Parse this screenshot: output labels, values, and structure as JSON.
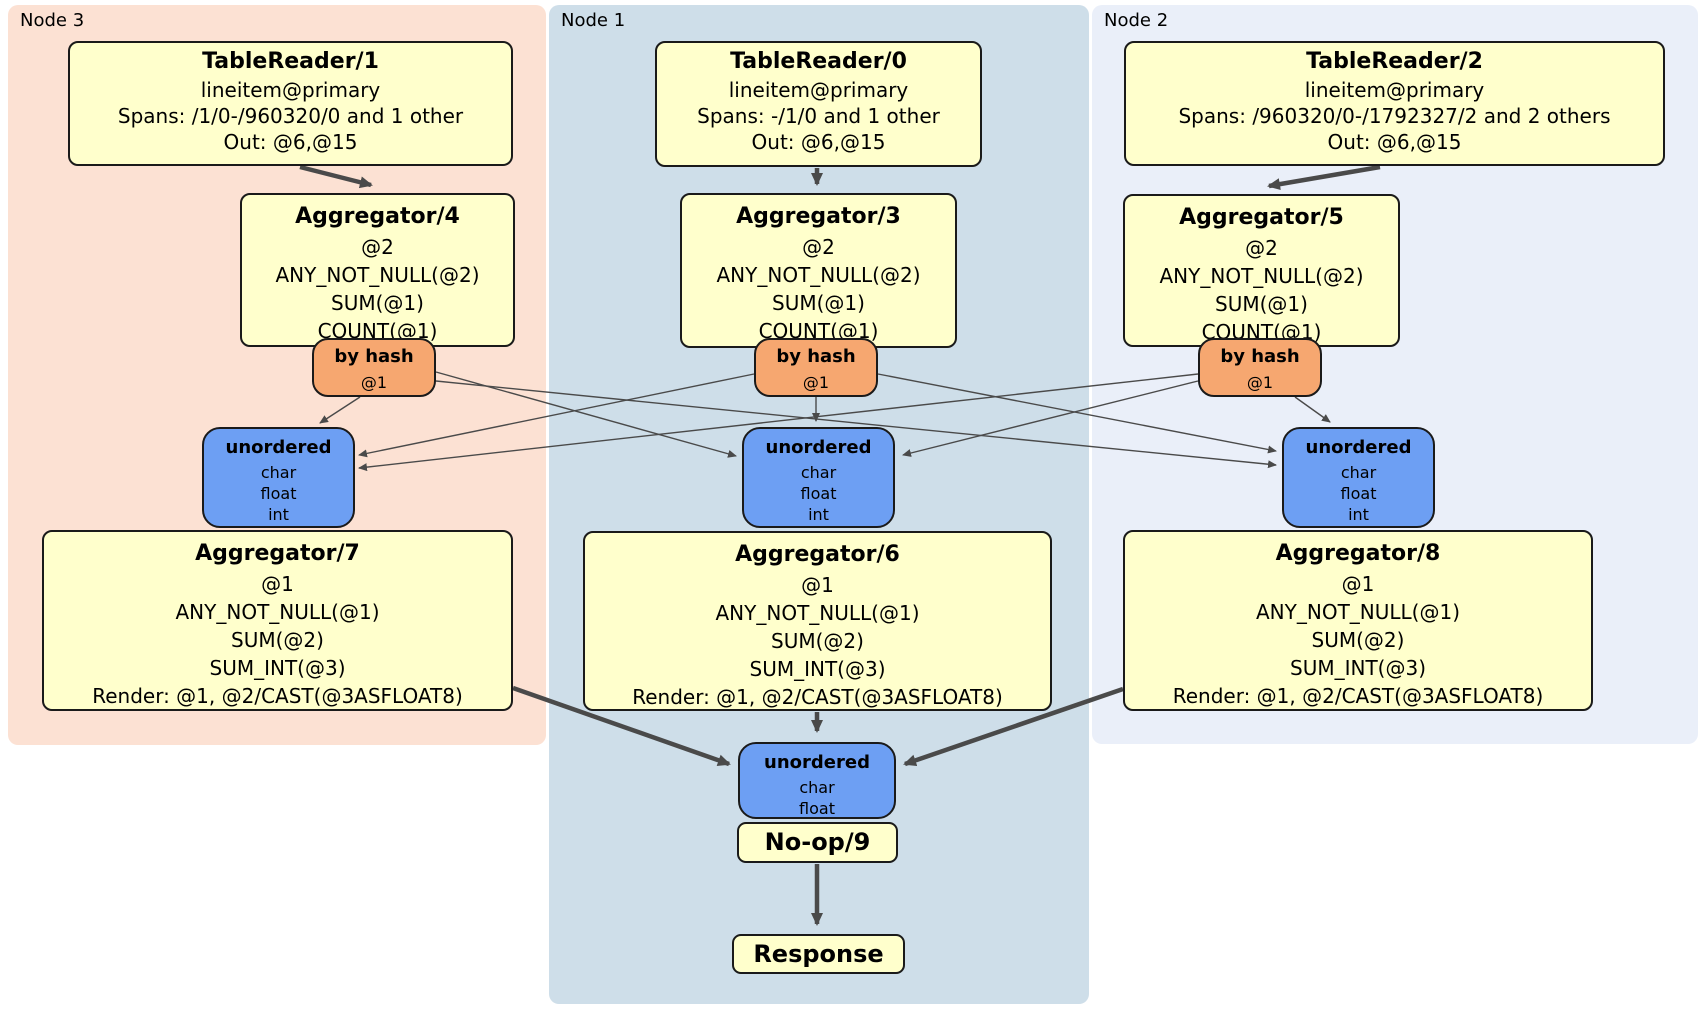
{
  "nodes": [
    {
      "label": "Node 3"
    },
    {
      "label": "Node 1"
    },
    {
      "label": "Node 2"
    }
  ],
  "readers": [
    {
      "title": "TableReader/1",
      "table": "lineitem@primary",
      "spans": "Spans: /1/0-/960320/0 and 1 other",
      "out": "Out: @6,@15"
    },
    {
      "title": "TableReader/0",
      "table": "lineitem@primary",
      "spans": "Spans: -/1/0 and 1 other",
      "out": "Out: @6,@15"
    },
    {
      "title": "TableReader/2",
      "table": "lineitem@primary",
      "spans": "Spans: /960320/0-/1792327/2 and 2 others",
      "out": "Out: @6,@15"
    }
  ],
  "stage1_aggregators": [
    {
      "title": "Aggregator/4",
      "group_key": "@2",
      "functions": [
        "ANY_NOT_NULL(@2)",
        "SUM(@1)",
        "COUNT(@1)"
      ]
    },
    {
      "title": "Aggregator/3",
      "group_key": "@2",
      "functions": [
        "ANY_NOT_NULL(@2)",
        "SUM(@1)",
        "COUNT(@1)"
      ]
    },
    {
      "title": "Aggregator/5",
      "group_key": "@2",
      "functions": [
        "ANY_NOT_NULL(@2)",
        "SUM(@1)",
        "COUNT(@1)"
      ]
    }
  ],
  "routers": [
    {
      "title": "by hash",
      "key": "@1"
    },
    {
      "title": "by hash",
      "key": "@1"
    },
    {
      "title": "by hash",
      "key": "@1"
    }
  ],
  "syncs": [
    {
      "title": "unordered",
      "columns": [
        "char",
        "float",
        "int"
      ]
    },
    {
      "title": "unordered",
      "columns": [
        "char",
        "float",
        "int"
      ]
    },
    {
      "title": "unordered",
      "columns": [
        "char",
        "float",
        "int"
      ]
    }
  ],
  "stage2_aggregators": [
    {
      "title": "Aggregator/7",
      "group_key": "@1",
      "functions": [
        "ANY_NOT_NULL(@1)",
        "SUM(@2)",
        "SUM_INT(@3)",
        "Render: @1, @2/CAST(@3ASFLOAT8)"
      ]
    },
    {
      "title": "Aggregator/6",
      "group_key": "@1",
      "functions": [
        "ANY_NOT_NULL(@1)",
        "SUM(@2)",
        "SUM_INT(@3)",
        "Render: @1, @2/CAST(@3ASFLOAT8)"
      ]
    },
    {
      "title": "Aggregator/8",
      "group_key": "@1",
      "functions": [
        "ANY_NOT_NULL(@1)",
        "SUM(@2)",
        "SUM_INT(@3)",
        "Render: @1, @2/CAST(@3ASFLOAT8)"
      ]
    }
  ],
  "final_sync": {
    "title": "unordered",
    "columns": [
      "char",
      "float"
    ]
  },
  "noop": {
    "title": "No-op/9"
  },
  "response": {
    "title": "Response"
  },
  "colors": {
    "node3_bg": "#fce1d3",
    "node1_bg": "#cedee9",
    "node2_bg": "#eaeff9",
    "processor_bg": "#ffffcc",
    "router_bg": "#f6a770",
    "sync_bg": "#6d9ff3",
    "edge": "#4a4a4a",
    "border": "#1a1a1a"
  }
}
